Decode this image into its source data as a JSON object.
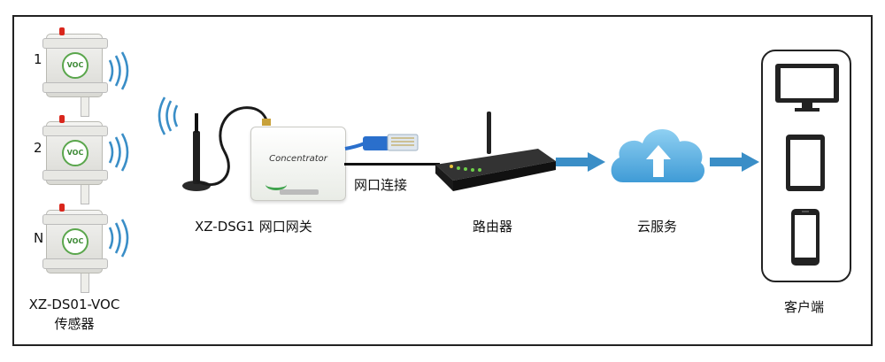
{
  "sensors": [
    {
      "label": "1",
      "logo_text": "VOC"
    },
    {
      "label": "2",
      "logo_text": "VOC"
    },
    {
      "label": "N",
      "logo_text": "VOC"
    }
  ],
  "sensor_caption": {
    "model": "XZ-DS01-VOC",
    "name": "传感器"
  },
  "gateway": {
    "device_text": "Concentrator",
    "caption": "XZ-DSG1 网口网关"
  },
  "link": {
    "caption": "网口连接"
  },
  "router": {
    "caption": "路由器"
  },
  "cloud": {
    "caption": "云服务"
  },
  "client": {
    "caption": "客户端"
  },
  "colors": {
    "accent_blue": "#3a8ec7",
    "cloud_blue": "#4ea7dc",
    "logo_green": "#5aa64c",
    "cable_blue": "#2a6fcc"
  },
  "icons": [
    "wifi-waves-icon",
    "antenna-icon",
    "ethernet-plug-icon",
    "arrow-right-icon",
    "cloud-upload-icon",
    "monitor-icon",
    "tablet-icon",
    "smartphone-icon"
  ]
}
